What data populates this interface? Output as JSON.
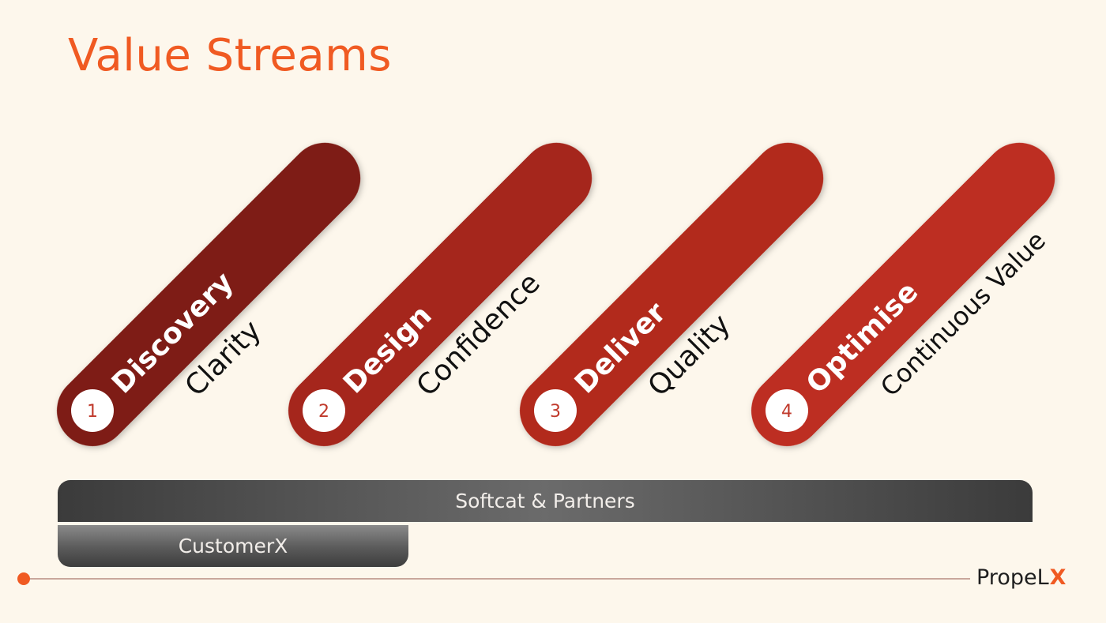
{
  "title": "Value Streams",
  "streams": [
    {
      "number": "1",
      "name": "Discovery",
      "outcome": "Clarity",
      "color": "#7E1E16"
    },
    {
      "number": "2",
      "name": "Design",
      "outcome": "Confidence",
      "color": "#A5271D"
    },
    {
      "number": "3",
      "name": "Deliver",
      "outcome": "Quality",
      "color": "#B22A1F"
    },
    {
      "number": "4",
      "name": "Optimise",
      "outcome": "Continuous Value",
      "color": "#BD2F22"
    }
  ],
  "bars": {
    "partners": "Softcat & Partners",
    "customer": "CustomerX"
  },
  "logo": {
    "text": "PropeL",
    "mark": "X"
  },
  "colors": {
    "accent": "#F05A22",
    "background": "#FDF7EC",
    "number_text": "#C0392B"
  }
}
